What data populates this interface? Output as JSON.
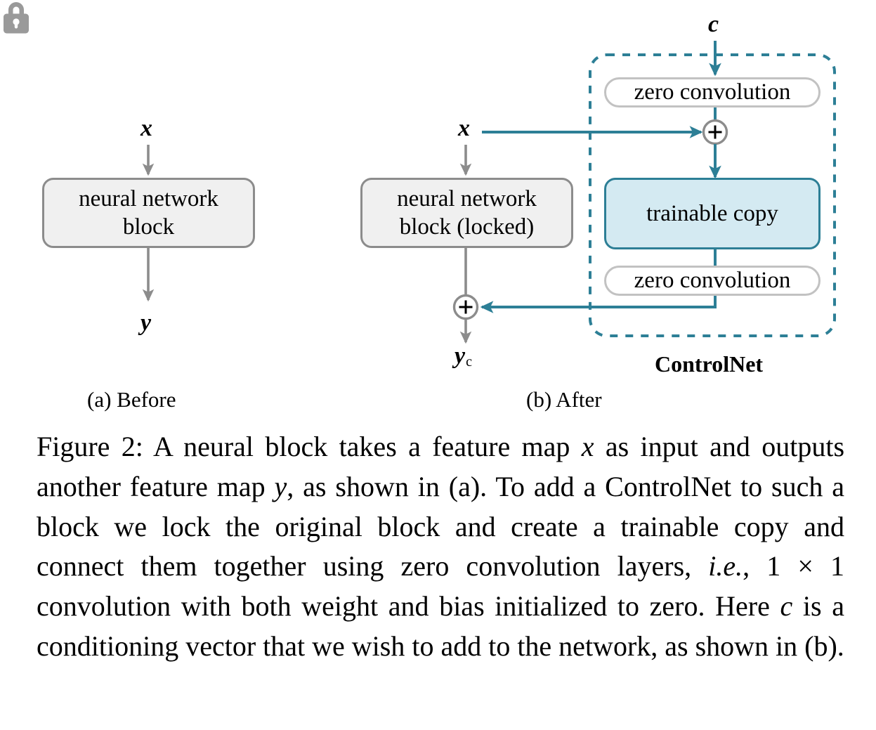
{
  "figure": {
    "number": "Figure 2",
    "panels": [
      {
        "id": "a",
        "caption": "(a) Before",
        "input_label": "x",
        "output_label": "y",
        "block_label": "neural network\nblock"
      },
      {
        "id": "b",
        "caption": "(b) After",
        "input_label": "x",
        "condition_label": "c",
        "output_label": "y",
        "output_subscript": "c",
        "block_label": "neural network\nblock (locked)",
        "group_title": "ControlNet",
        "zero_conv_top": "zero convolution",
        "zero_conv_bottom": "zero convolution",
        "trainable_copy": "trainable copy",
        "add_symbol_top": "+",
        "add_symbol_bottom": "+",
        "lock_icon": "lock-icon"
      }
    ],
    "colors": {
      "teal": "#2d7f96",
      "teal_fill": "#d4eaf2",
      "grey_border": "#8c8c8c",
      "grey_fill": "#f0f0f0",
      "pill_border": "#c2c2c2",
      "arrow_grey": "#8c8c8c",
      "lock_grey": "#9a9a9a",
      "text": "#000000",
      "background": "#ffffff"
    }
  },
  "caption": {
    "prefix": "Figure 2:",
    "line1_a": " A neural block takes a feature map ",
    "var_x": "x",
    "line1_b": " as input and outputs another feature map ",
    "var_y": "y",
    "line1_c": ", as shown in (a).  To add a ControlNet to such a block we lock the original block and create a trainable copy and connect them together using zero convolution layers, ",
    "ie": "i.e.",
    "line1_d": ", ",
    "formula": "1 × 1",
    "line1_e": " convolution with both weight and bias initialized to zero. Here ",
    "var_c": "c",
    "line1_f": " is a conditioning vector that we wish to add to the network, as shown in (b).",
    "full_text": "Figure 2: A neural block takes a feature map x as input and outputs another feature map y, as shown in (a).  To add a ControlNet to such a block we lock the original block and create a trainable copy and connect them together using zero convolution layers, i.e., 1 × 1 convolution with both weight and bias initialized to zero. Here c is a conditioning vector that we wish to add to the network, as shown in (b)."
  }
}
